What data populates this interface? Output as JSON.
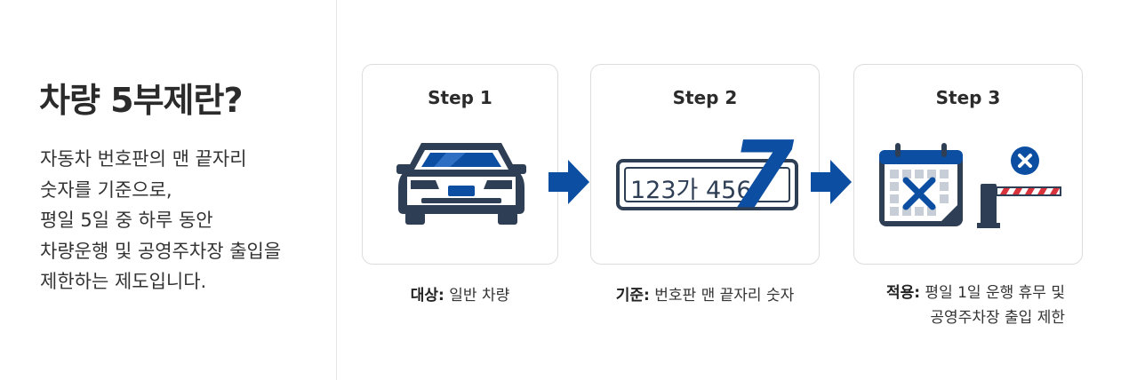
{
  "title": "차량 5부제란?",
  "description": [
    "자동차 번호판의 맨 끝자리",
    "숫자를 기준으로,",
    "평일 5일 중 하루 동안",
    "차량운행 및 공영주차장 출입을",
    "제한하는 제도입니다."
  ],
  "steps": [
    {
      "label": "Step 1"
    },
    {
      "label": "Step 2",
      "plate_text": "123가 456",
      "plate_digit": "7"
    },
    {
      "label": "Step 3"
    }
  ],
  "captions": {
    "target": {
      "key": "대상:",
      "value": " 일반 차량"
    },
    "criteria": {
      "key": "기준:",
      "value": " 번호판 맨 끝자리 숫자"
    },
    "apply": {
      "key": "적용:",
      "line1": " 평일 1일 운행 휴무 및",
      "line2": "공영주차장 출입 제한"
    }
  },
  "colors": {
    "brand_blue": "#0b4ea2",
    "dark_navy": "#2e3e55",
    "text": "#2b2b2b"
  },
  "icons": [
    "car-icon",
    "license-plate-icon",
    "calendar-x-icon",
    "parking-barrier-icon",
    "close-circle-icon",
    "arrow-right-icon"
  ]
}
